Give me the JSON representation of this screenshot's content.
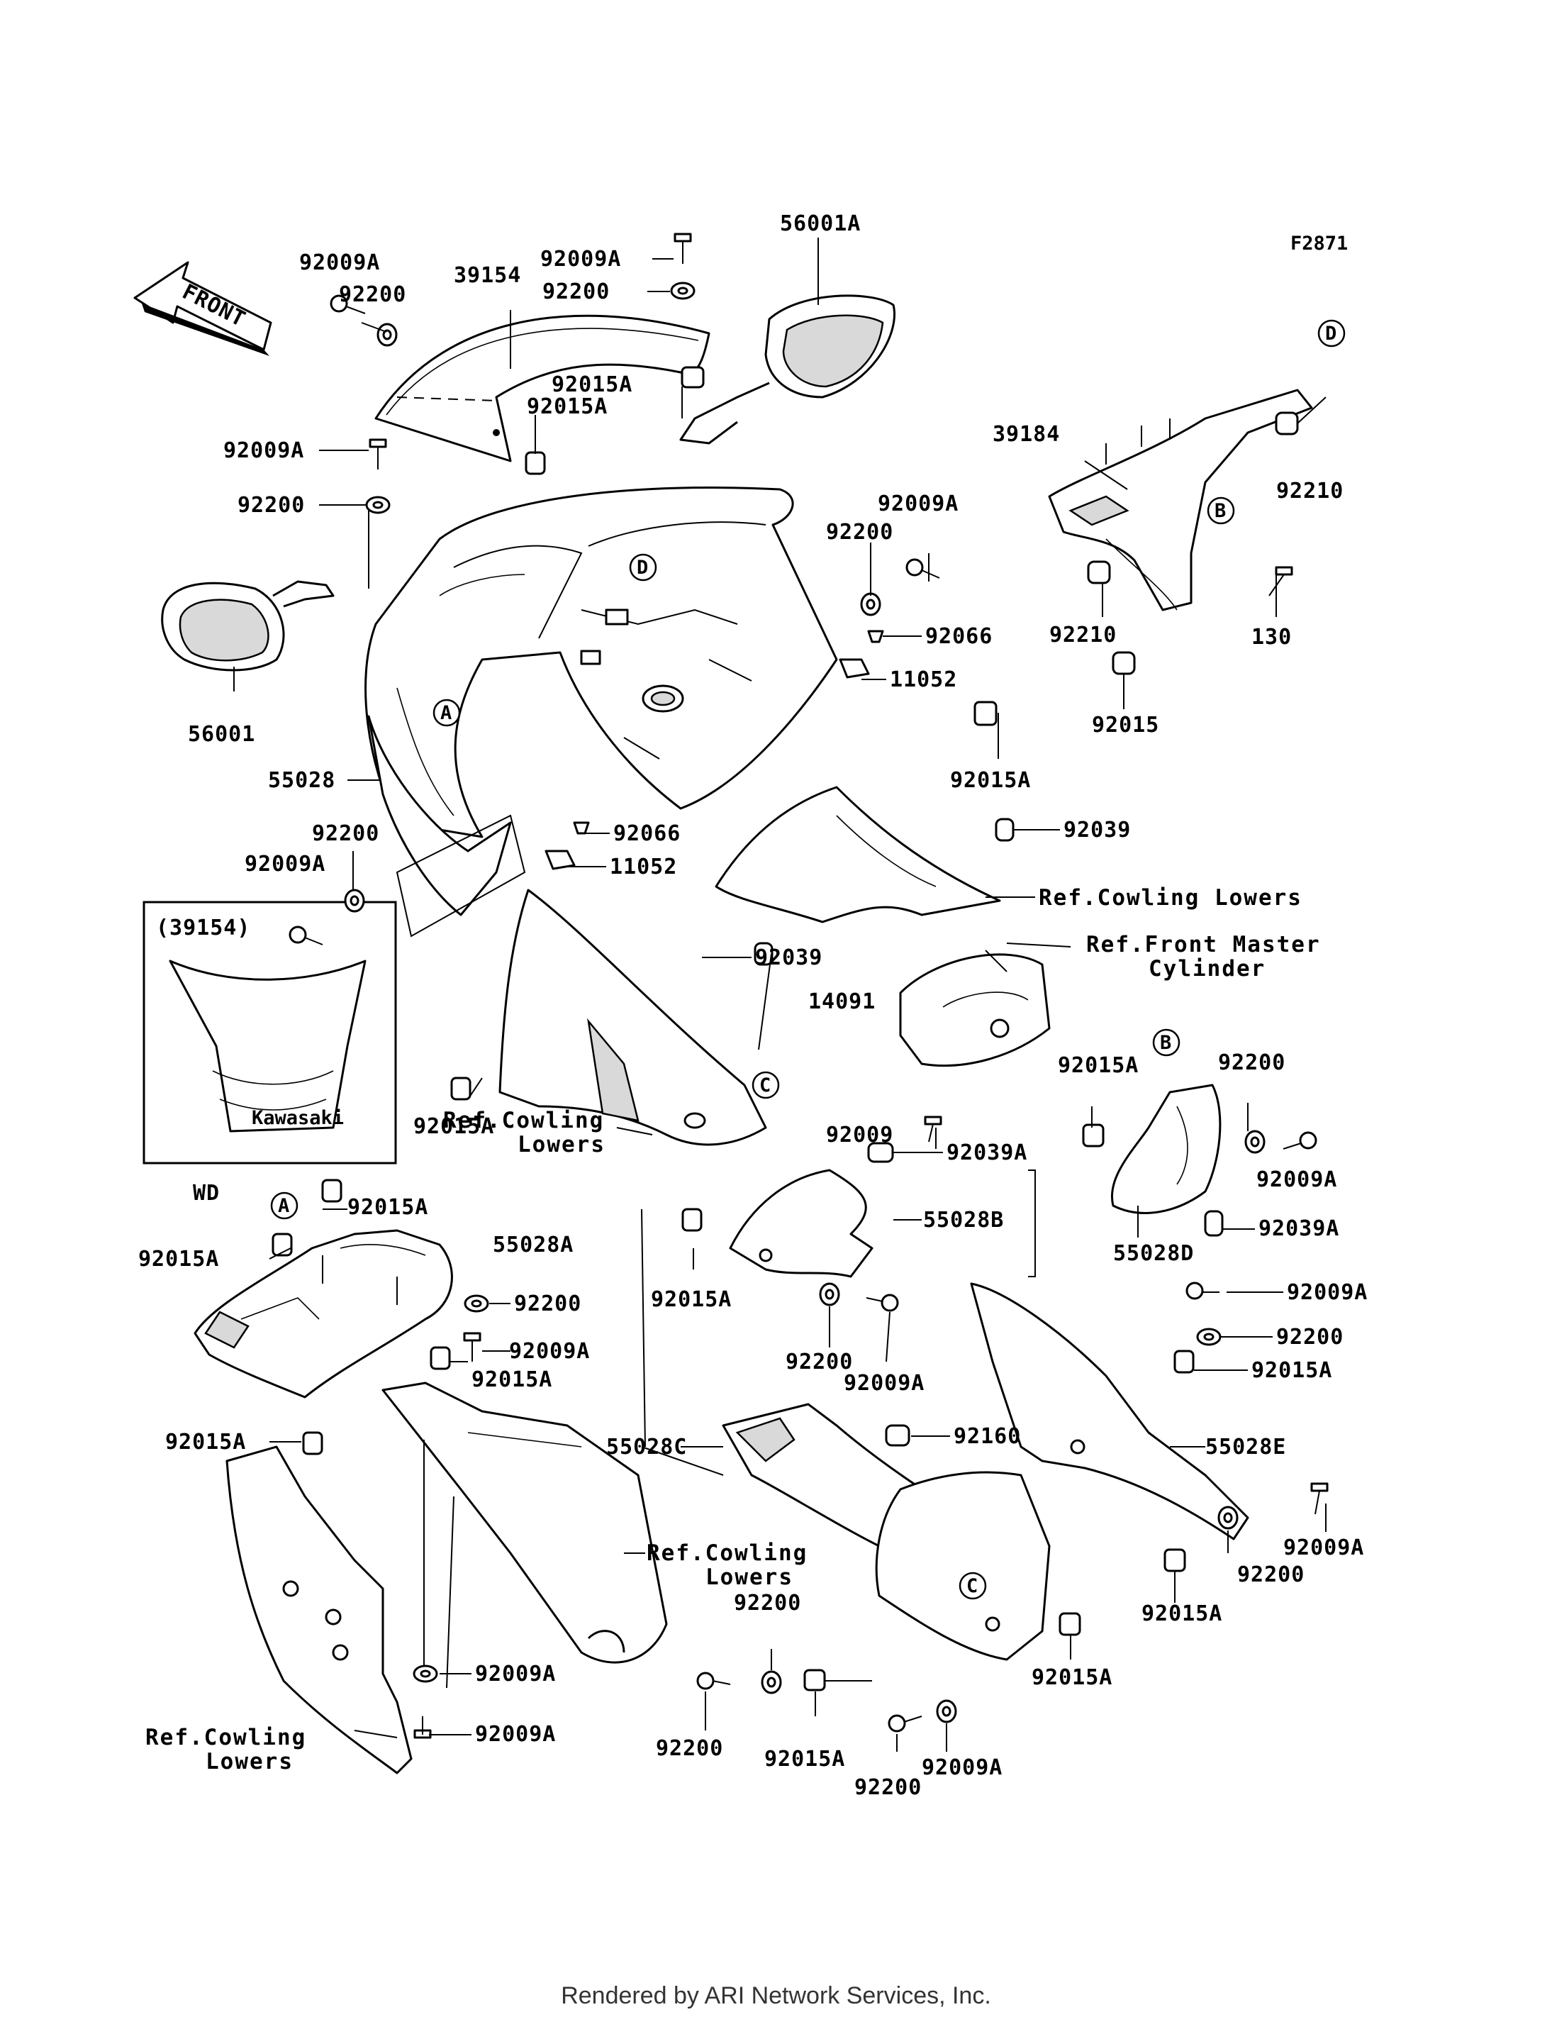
{
  "figure_code": "F2871",
  "front_arrow_label": "FRONT",
  "footer": "Rendered by ARI Network Services, Inc.",
  "inset": {
    "label": "(39154)",
    "variant": "WD"
  },
  "callouts": [
    {
      "id": "c1",
      "text": "92009A"
    },
    {
      "id": "c2",
      "text": "92200"
    },
    {
      "id": "c3",
      "text": "39154"
    },
    {
      "id": "c4",
      "text": "92009A"
    },
    {
      "id": "c5",
      "text": "92200"
    },
    {
      "id": "c6",
      "text": "56001A"
    },
    {
      "id": "c7",
      "text": "92015A"
    },
    {
      "id": "c8",
      "text": "92015A"
    },
    {
      "id": "c9",
      "text": "92009A"
    },
    {
      "id": "c10",
      "text": "92200"
    },
    {
      "id": "c11",
      "text": "56001"
    },
    {
      "id": "c12",
      "text": "55028"
    },
    {
      "id": "c13",
      "text": "92200"
    },
    {
      "id": "c14",
      "text": "92009A"
    },
    {
      "id": "c15",
      "text": "92066"
    },
    {
      "id": "c16",
      "text": "11052"
    },
    {
      "id": "c17",
      "text": "92015A"
    },
    {
      "id": "c18",
      "text": "92039"
    },
    {
      "id": "c19",
      "text": "14091"
    },
    {
      "id": "c20",
      "text": "92009A"
    },
    {
      "id": "c21",
      "text": "92200"
    },
    {
      "id": "c22",
      "text": "92066"
    },
    {
      "id": "c23",
      "text": "11052"
    },
    {
      "id": "c24",
      "text": "92015A"
    },
    {
      "id": "c25",
      "text": "92039"
    },
    {
      "id": "c26",
      "text": "39184"
    },
    {
      "id": "c27",
      "text": "92210"
    },
    {
      "id": "c28",
      "text": "92210"
    },
    {
      "id": "c29",
      "text": "130"
    },
    {
      "id": "c30",
      "text": "92015"
    },
    {
      "id": "c31",
      "text": "92009"
    },
    {
      "id": "c32",
      "text": "92039A"
    },
    {
      "id": "c33",
      "text": "92015A"
    },
    {
      "id": "c34",
      "text": "92200"
    },
    {
      "id": "c35",
      "text": "92009A"
    },
    {
      "id": "c36",
      "text": "92039A"
    },
    {
      "id": "c37",
      "text": "55028D"
    },
    {
      "id": "c38",
      "text": "92009A"
    },
    {
      "id": "c39",
      "text": "92200"
    },
    {
      "id": "c40",
      "text": "92015A"
    },
    {
      "id": "c41",
      "text": "55028B"
    },
    {
      "id": "c42",
      "text": "92015A"
    },
    {
      "id": "c43",
      "text": "92200"
    },
    {
      "id": "c44",
      "text": "92009A"
    },
    {
      "id": "c45",
      "text": "92015A"
    },
    {
      "id": "c46",
      "text": "55028A"
    },
    {
      "id": "c47",
      "text": "92015A"
    },
    {
      "id": "c48",
      "text": "92200"
    },
    {
      "id": "c49",
      "text": "92009A"
    },
    {
      "id": "c50",
      "text": "92015A"
    },
    {
      "id": "c51",
      "text": "92015A"
    },
    {
      "id": "c52",
      "text": "92160"
    },
    {
      "id": "c53",
      "text": "55028C"
    },
    {
      "id": "c54",
      "text": "55028E"
    },
    {
      "id": "c55",
      "text": "92009A"
    },
    {
      "id": "c56",
      "text": "92200"
    },
    {
      "id": "c57",
      "text": "92015A"
    },
    {
      "id": "c58",
      "text": "92200"
    },
    {
      "id": "c59",
      "text": "92015A"
    },
    {
      "id": "c60",
      "text": "92009A"
    },
    {
      "id": "c61",
      "text": "92015A"
    },
    {
      "id": "c62",
      "text": "92200"
    },
    {
      "id": "c63",
      "text": "92009A"
    },
    {
      "id": "c64",
      "text": "92200"
    },
    {
      "id": "c65",
      "text": "92009A"
    }
  ],
  "references": [
    {
      "id": "r1",
      "lines": [
        "Ref.Cowling Lowers"
      ]
    },
    {
      "id": "r2",
      "lines": [
        "Ref.Front Master",
        "Cylinder"
      ]
    },
    {
      "id": "r3",
      "lines": [
        "Ref.Cowling",
        "Lowers"
      ]
    },
    {
      "id": "r4",
      "lines": [
        "Ref.Cowling",
        "Lowers"
      ]
    },
    {
      "id": "r5",
      "lines": [
        "Ref.Cowling",
        "Lowers"
      ]
    }
  ],
  "markers": [
    {
      "id": "m1",
      "letter": "D"
    },
    {
      "id": "m2",
      "letter": "D"
    },
    {
      "id": "m3",
      "letter": "A"
    },
    {
      "id": "m4",
      "letter": "B"
    },
    {
      "id": "m5",
      "letter": "B"
    },
    {
      "id": "m6",
      "letter": "C"
    },
    {
      "id": "m7",
      "letter": "A"
    },
    {
      "id": "m8",
      "letter": "C"
    }
  ]
}
